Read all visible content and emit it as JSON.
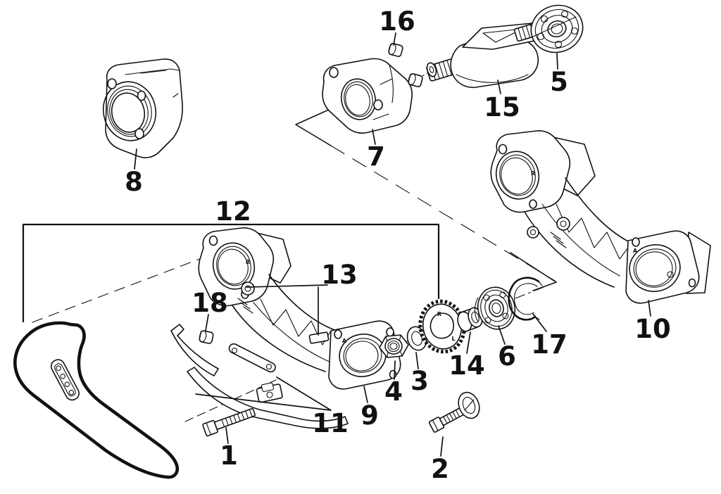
{
  "diagram": {
    "background_color": "#ffffff",
    "line_color": "#111111",
    "callouts": {
      "c1": "1",
      "c2": "2",
      "c3": "3",
      "c4": "4",
      "c5": "5",
      "c6": "6",
      "c7": "7",
      "c8": "8",
      "c9": "9",
      "c10": "10",
      "c11": "11",
      "c12": "12",
      "c13": "13",
      "c14": "14",
      "c15": "15",
      "c16": "16",
      "c17": "17",
      "c18": "18"
    },
    "stamps": {
      "sprocket_top": "R",
      "sprocket_bottom": "L",
      "bracket9_upper": "R",
      "bracket9_lower": "A",
      "bracket10_upper": "R",
      "bracket10_lower": "A"
    }
  }
}
